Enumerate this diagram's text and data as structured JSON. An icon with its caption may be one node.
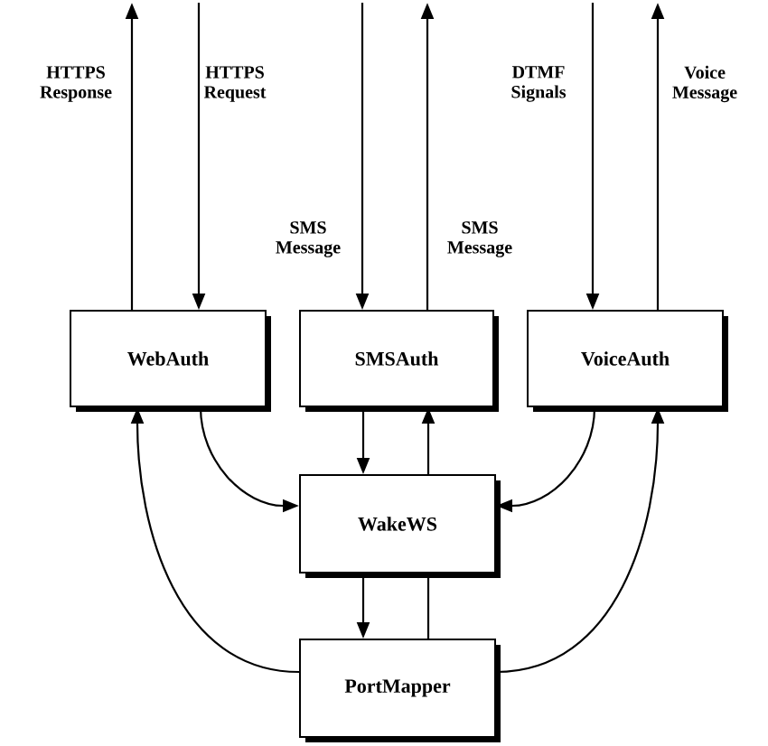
{
  "diagram": {
    "nodes": [
      {
        "text": [
          "WebAuth"
        ]
      },
      {
        "text": [
          "SMSAuth"
        ]
      },
      {
        "text": [
          "VoiceAuth"
        ]
      },
      {
        "text": [
          "WakeWS"
        ]
      },
      {
        "text": [
          "PortMapper"
        ]
      }
    ],
    "edges": [
      {
        "from": 0,
        "to": null,
        "arrow": "to",
        "label": "HTTPS Response"
      },
      {
        "from": null,
        "to": 0,
        "arrow": "to",
        "label": "HTTPS Request"
      },
      {
        "from": null,
        "to": 1,
        "arrow": "to",
        "label": "SMS Message"
      },
      {
        "from": 1,
        "to": null,
        "arrow": "to",
        "label": "SMS Message"
      },
      {
        "from": null,
        "to": 2,
        "arrow": "to",
        "label": "DTMF Signals"
      },
      {
        "from": 2,
        "to": null,
        "arrow": "to",
        "label": "Voice Message"
      },
      {
        "from": 0,
        "to": 3,
        "arrow": "to"
      },
      {
        "from": 1,
        "to": 3,
        "arrow": "to"
      },
      {
        "from": 3,
        "to": 1,
        "arrow": "to"
      },
      {
        "from": 2,
        "to": 3,
        "arrow": "to"
      },
      {
        "from": 3,
        "to": 4,
        "arrow": "to"
      },
      {
        "from": 4,
        "to": 3,
        "arrow": "none"
      },
      {
        "from": 4,
        "to": 0,
        "arrow": "to"
      },
      {
        "from": 4,
        "to": 2,
        "arrow": "to"
      }
    ]
  }
}
